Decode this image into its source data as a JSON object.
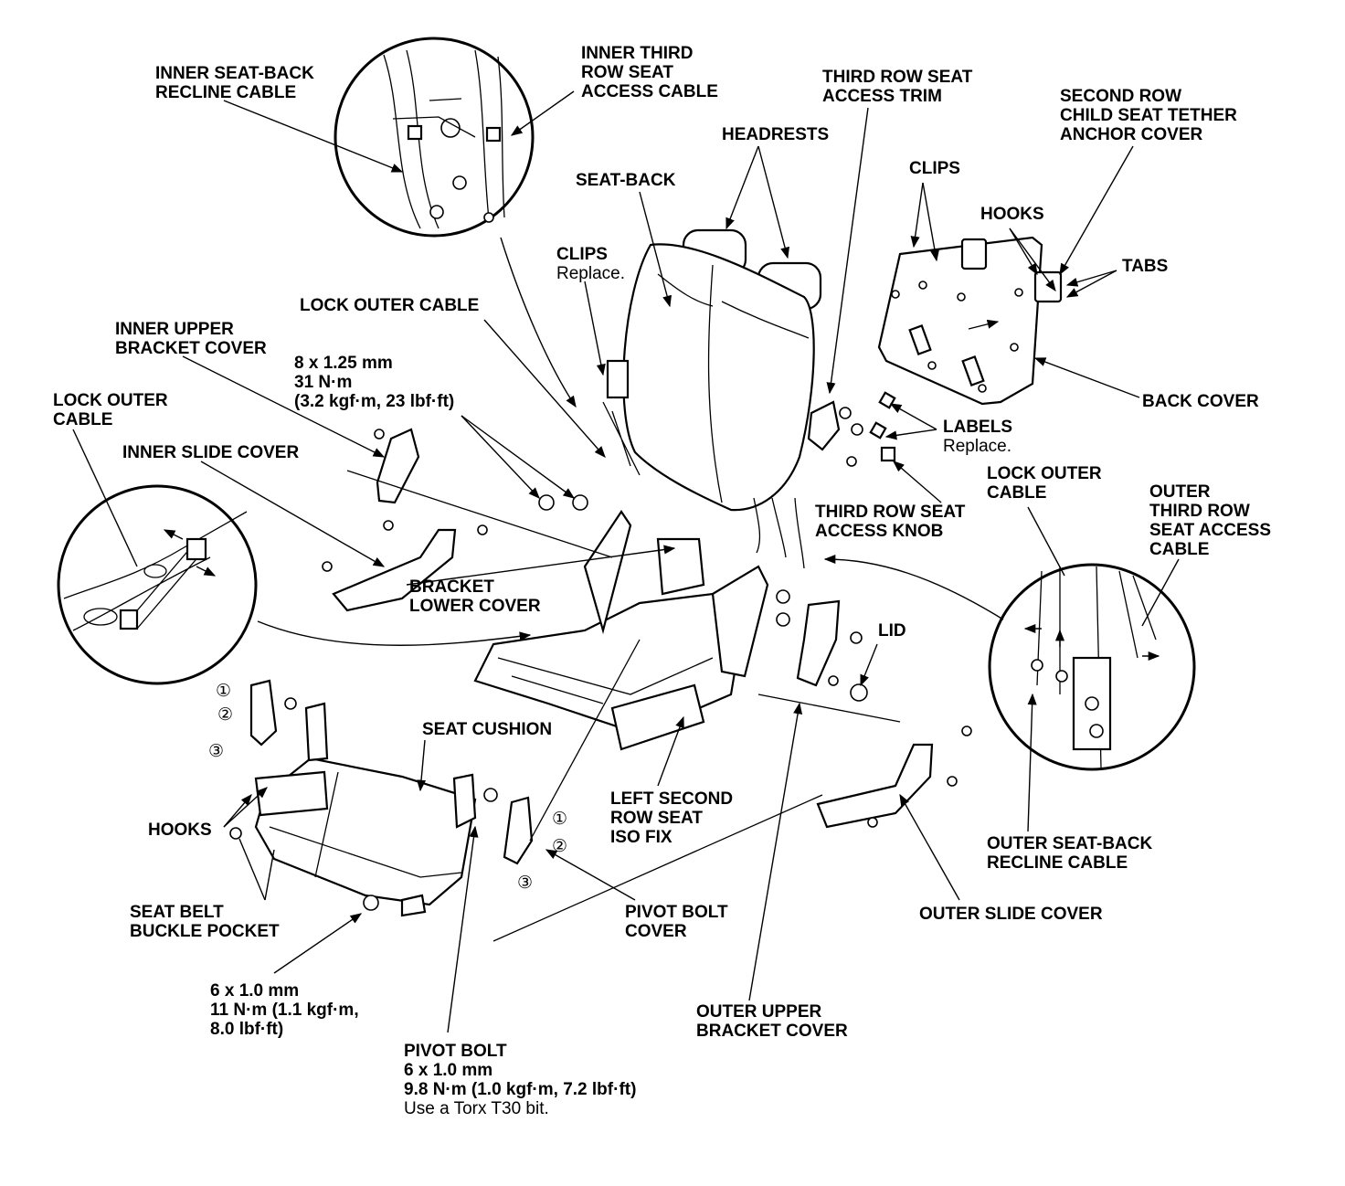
{
  "labels": {
    "inner_seatback_recline_cable": [
      "INNER SEAT-BACK",
      "RECLINE CABLE"
    ],
    "inner_third_row_seat_access_cable": [
      "INNER THIRD",
      "ROW SEAT",
      "ACCESS CABLE"
    ],
    "third_row_seat_access_trim": [
      "THIRD ROW SEAT",
      "ACCESS TRIM"
    ],
    "second_row_child_seat_tether_anchor_cover": [
      "SECOND ROW",
      "CHILD SEAT TETHER",
      "ANCHOR COVER"
    ],
    "headrests": "HEADRESTS",
    "clips_top": "CLIPS",
    "seat_back": "SEAT-BACK",
    "hooks_top": "HOOKS",
    "clips_replace": {
      "title": "CLIPS",
      "note": "Replace."
    },
    "tabs": "TABS",
    "lock_outer_cable_top": "LOCK OUTER CABLE",
    "inner_upper_bracket_cover": [
      "INNER UPPER",
      "BRACKET COVER"
    ],
    "torque_8x125": [
      "8 x 1.25 mm",
      "31 N·m",
      "(3.2 kgf·m, 23 lbf·ft)"
    ],
    "back_cover": "BACK COVER",
    "lock_outer_cable_left": [
      "LOCK OUTER",
      "CABLE"
    ],
    "labels_replace": {
      "title": "LABELS",
      "note": "Replace."
    },
    "inner_slide_cover": "INNER SLIDE COVER",
    "lock_outer_cable_right": [
      "LOCK OUTER",
      "CABLE"
    ],
    "third_row_seat_access_knob": [
      "THIRD ROW SEAT",
      "ACCESS KNOB"
    ],
    "outer_third_row_seat_access_cable": [
      "OUTER",
      "THIRD ROW",
      "SEAT ACCESS",
      "CABLE"
    ],
    "bracket_lower_cover": [
      "BRACKET",
      "LOWER COVER"
    ],
    "lid": "LID",
    "seat_cushion": "SEAT CUSHION",
    "left_second_row_seat_iso_fix": [
      "LEFT SECOND",
      "ROW SEAT",
      "ISO FIX"
    ],
    "hooks_bottom": "HOOKS",
    "outer_seatback_recline_cable": [
      "OUTER SEAT-BACK",
      "RECLINE CABLE"
    ],
    "seat_belt_buckle_pocket": [
      "SEAT BELT",
      "BUCKLE POCKET"
    ],
    "pivot_bolt_cover": [
      "PIVOT BOLT",
      "COVER"
    ],
    "outer_slide_cover": "OUTER SLIDE COVER",
    "torque_6x10": [
      "6 x 1.0 mm",
      "11 N·m (1.1 kgf·m,",
      "8.0 lbf·ft)"
    ],
    "outer_upper_bracket_cover": [
      "OUTER UPPER",
      "BRACKET COVER"
    ],
    "pivot_bolt": [
      "PIVOT BOLT",
      "6 x 1.0 mm",
      "9.8 N·m (1.0 kgf·m, 7.2 lbf·ft)"
    ],
    "pivot_bolt_note": "Use a Torx T30 bit."
  },
  "step_markers": {
    "left": [
      "①",
      "②",
      "③"
    ],
    "right": [
      "①",
      "②",
      "③"
    ]
  }
}
